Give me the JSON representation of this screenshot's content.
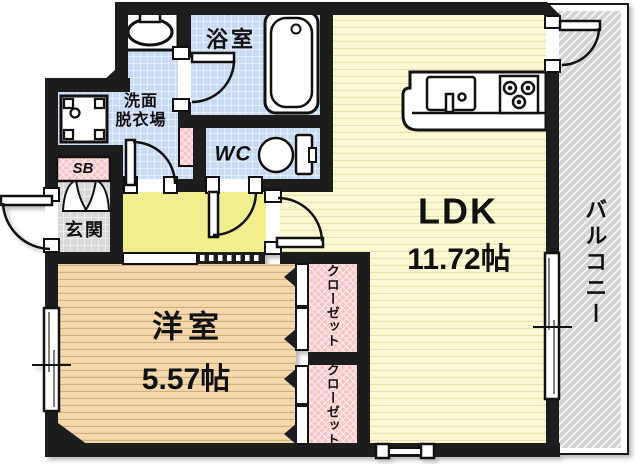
{
  "floor_plan": {
    "rooms": {
      "bathroom": {
        "label": "浴室"
      },
      "washroom": {
        "label_line1": "洗面",
        "label_line2": "脱衣場"
      },
      "wc": {
        "label": "WC"
      },
      "shoe_box": {
        "label": "SB"
      },
      "entrance": {
        "label": "玄関"
      },
      "ldk": {
        "label": "LDK",
        "area": "11.72帖"
      },
      "western_room": {
        "label": "洋室",
        "area": "5.57帖"
      },
      "closet_upper": {
        "label": "クローゼット"
      },
      "closet_lower": {
        "label": "クローゼット"
      },
      "balcony": {
        "label": "バルコニー"
      }
    },
    "colors": {
      "wall": "#1d1d1d",
      "tile_blue": "#c9dbf4",
      "tile_gray": "#d8d8d8",
      "hall_yellow": "#f1ee8d",
      "ldk_yellow": "#fbf8d4",
      "room_tan": "#f3d9ad",
      "closet_pink": "#f8c6c6",
      "balcony_gray": "#d2d2d2"
    }
  }
}
